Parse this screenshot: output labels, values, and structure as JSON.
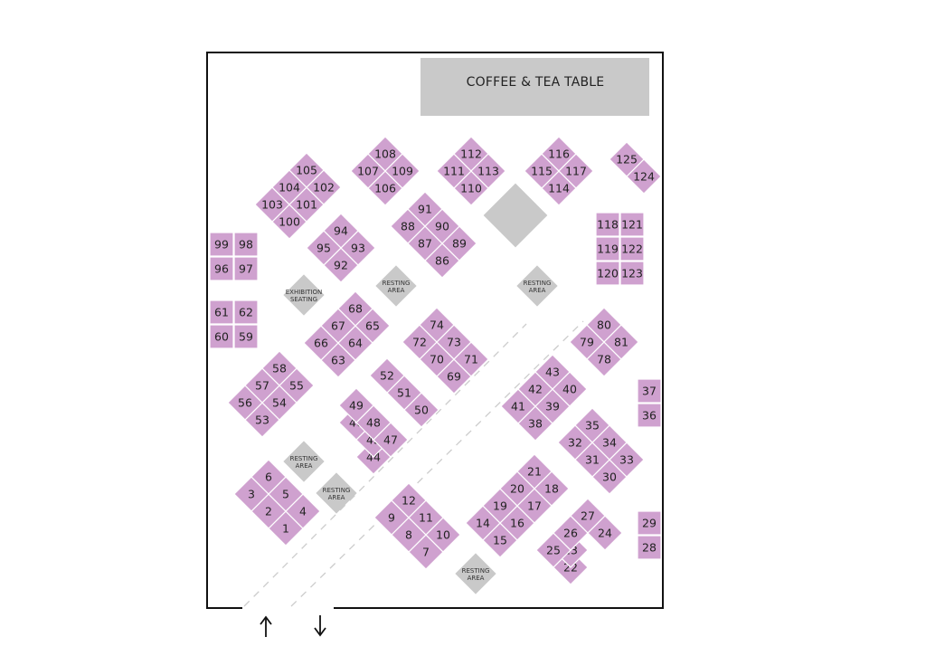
{
  "coffee_table": {
    "label": "COFFEE & TEA TABLE"
  },
  "areas": {
    "exhibition_seating": [
      "EXHIBITION",
      "SEATING"
    ],
    "resting": [
      "RESTING",
      "AREA"
    ]
  },
  "diamond_clusters": [
    [
      "1",
      "2",
      "3",
      "4",
      "5",
      "6"
    ],
    [
      "7",
      "8",
      "9",
      "10",
      "11",
      "12"
    ],
    [
      "15",
      "16",
      "17",
      "14",
      "18",
      "19",
      "20",
      "21"
    ],
    [
      "22",
      "23",
      "24",
      "25",
      "26",
      "27"
    ],
    [
      "30",
      "31",
      "32",
      "33",
      "34",
      "35"
    ],
    [
      "38",
      "39",
      "40",
      "41",
      "42",
      "43"
    ],
    [
      "44",
      "45",
      "46",
      "47",
      "48",
      "49"
    ],
    [
      "50",
      "51",
      "52"
    ],
    [
      "53",
      "54",
      "55",
      "56",
      "57",
      "58"
    ],
    [
      "63",
      "64",
      "65",
      "66",
      "67",
      "68"
    ],
    [
      "69",
      "70",
      "71",
      "72",
      "73",
      "74"
    ],
    [
      "78",
      "79",
      "80",
      "81"
    ],
    [
      "86",
      "87",
      "88",
      "89",
      "90",
      "91"
    ],
    [
      "92",
      "93",
      "94",
      "95"
    ],
    [
      "100",
      "101",
      "102",
      "103",
      "104",
      "105"
    ],
    [
      "106",
      "107",
      "108",
      "109"
    ],
    [
      "110",
      "111",
      "112",
      "113"
    ],
    [
      "114",
      "115",
      "116",
      "117"
    ],
    [
      "124",
      "125"
    ]
  ],
  "grid_blocks": [
    [
      "99",
      "98",
      "96",
      "97"
    ],
    [
      "61",
      "62",
      "60",
      "59"
    ],
    [
      "118",
      "121",
      "119",
      "122",
      "120",
      "123"
    ],
    [
      "37",
      "36"
    ],
    [
      "29",
      "28"
    ]
  ],
  "entrance": {
    "in_icon": "arrow-up-icon",
    "out_icon": "arrow-down-icon"
  },
  "colors": {
    "booth": "#cfa1cf",
    "grey_area": "#c9c9c9",
    "wall": "#111111"
  }
}
